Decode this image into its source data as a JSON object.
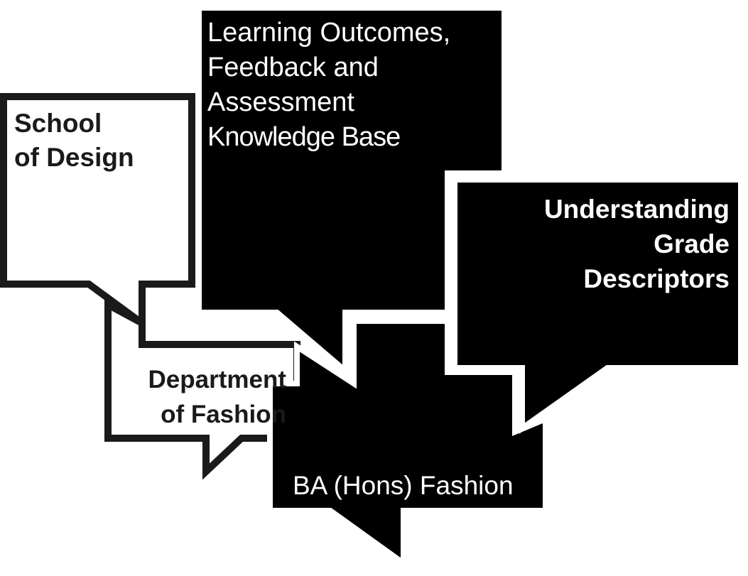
{
  "bubbles": {
    "school": {
      "line1": "School",
      "line2": "of Design"
    },
    "learning_outcomes": {
      "line1": "Learning Outcomes,",
      "line2": "Feedback and",
      "line3": "Assessment",
      "subtitle": "Knowledge Base"
    },
    "grade_descriptors": {
      "line1": "Understanding",
      "line2": "Grade",
      "line3": "Descriptors"
    },
    "department": {
      "line1": "Department",
      "line2": "of Fashion"
    },
    "course": {
      "label": "BA (Hons) Fashion"
    }
  },
  "colors": {
    "fill_dark": "#000000",
    "fill_light": "#ffffff",
    "outline": "#1a1a1a",
    "background": "#ffffff"
  }
}
